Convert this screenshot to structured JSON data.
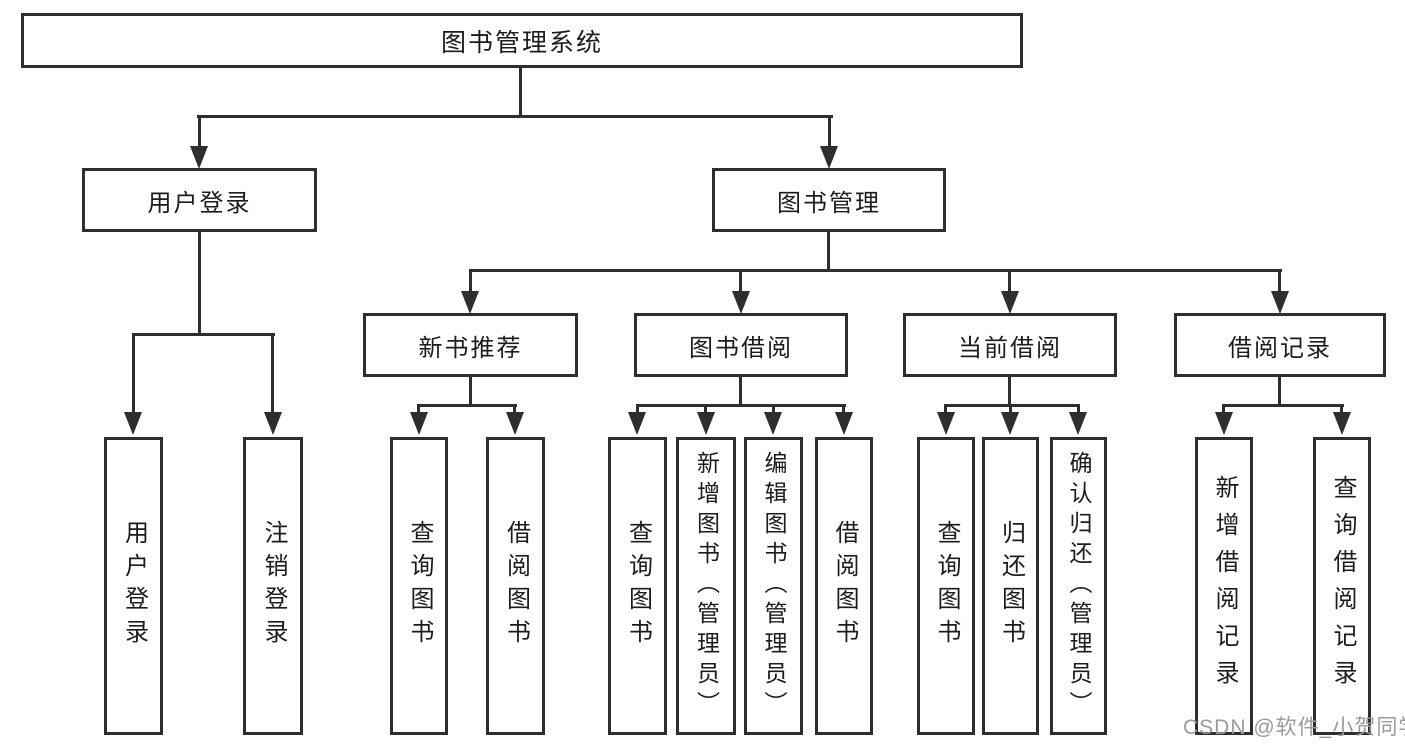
{
  "nodes": {
    "root": {
      "label": "图书管理系统"
    },
    "level2": [
      {
        "label": "用户登录"
      },
      {
        "label": "图书管理"
      }
    ],
    "level3": [
      {
        "label": "新书推荐",
        "parent": "图书管理"
      },
      {
        "label": "图书借阅",
        "parent": "图书管理"
      },
      {
        "label": "当前借阅",
        "parent": "图书管理"
      },
      {
        "label": "借阅记录",
        "parent": "图书管理"
      }
    ],
    "leaves": [
      {
        "label": "用户登录",
        "parent": "用户登录"
      },
      {
        "label": "注销登录",
        "parent": "用户登录"
      },
      {
        "label": "查询图书",
        "parent": "新书推荐"
      },
      {
        "label": "借阅图书",
        "parent": "新书推荐"
      },
      {
        "label": "查询图书",
        "parent": "图书借阅"
      },
      {
        "label": "新增图书（管理员）",
        "parent": "图书借阅"
      },
      {
        "label": "编辑图书（管理员）",
        "parent": "图书借阅"
      },
      {
        "label": "借阅图书",
        "parent": "图书借阅"
      },
      {
        "label": "查询图书",
        "parent": "当前借阅"
      },
      {
        "label": "归还图书",
        "parent": "当前借阅"
      },
      {
        "label": "确认归还（管理员）",
        "parent": "当前借阅"
      },
      {
        "label": "新增借阅记录",
        "parent": "借阅记录"
      },
      {
        "label": "查询借阅记录",
        "parent": "借阅记录"
      }
    ]
  },
  "watermark": {
    "text": "CSDN @软件_小贺同学"
  },
  "colors": {
    "line": "#2e2e2e",
    "border": "#2e2e2e",
    "text": "#1c1c1c",
    "background": "#ffffff",
    "watermark": "#9b9b9b"
  }
}
